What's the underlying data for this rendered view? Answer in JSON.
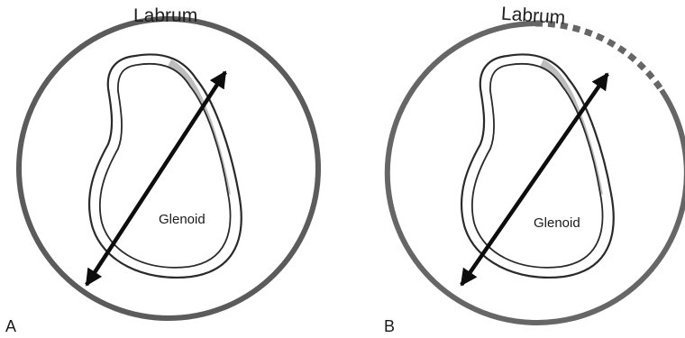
{
  "panels": [
    {
      "letter": "A",
      "labrum_label": "Labrum",
      "glenoid_label": "Glenoid"
    },
    {
      "letter": "B",
      "labrum_label": "Labrum",
      "glenoid_label": "Glenoid"
    }
  ],
  "colors": {
    "labrum_ring": "#5b5b5b",
    "labrum_ring_torn": "#666666",
    "glenoid_outline": "#2a2a2a",
    "cartilage_rim": "#bdbdbd",
    "arrow": "#0d0d0d",
    "text": "#1a1a1a"
  }
}
